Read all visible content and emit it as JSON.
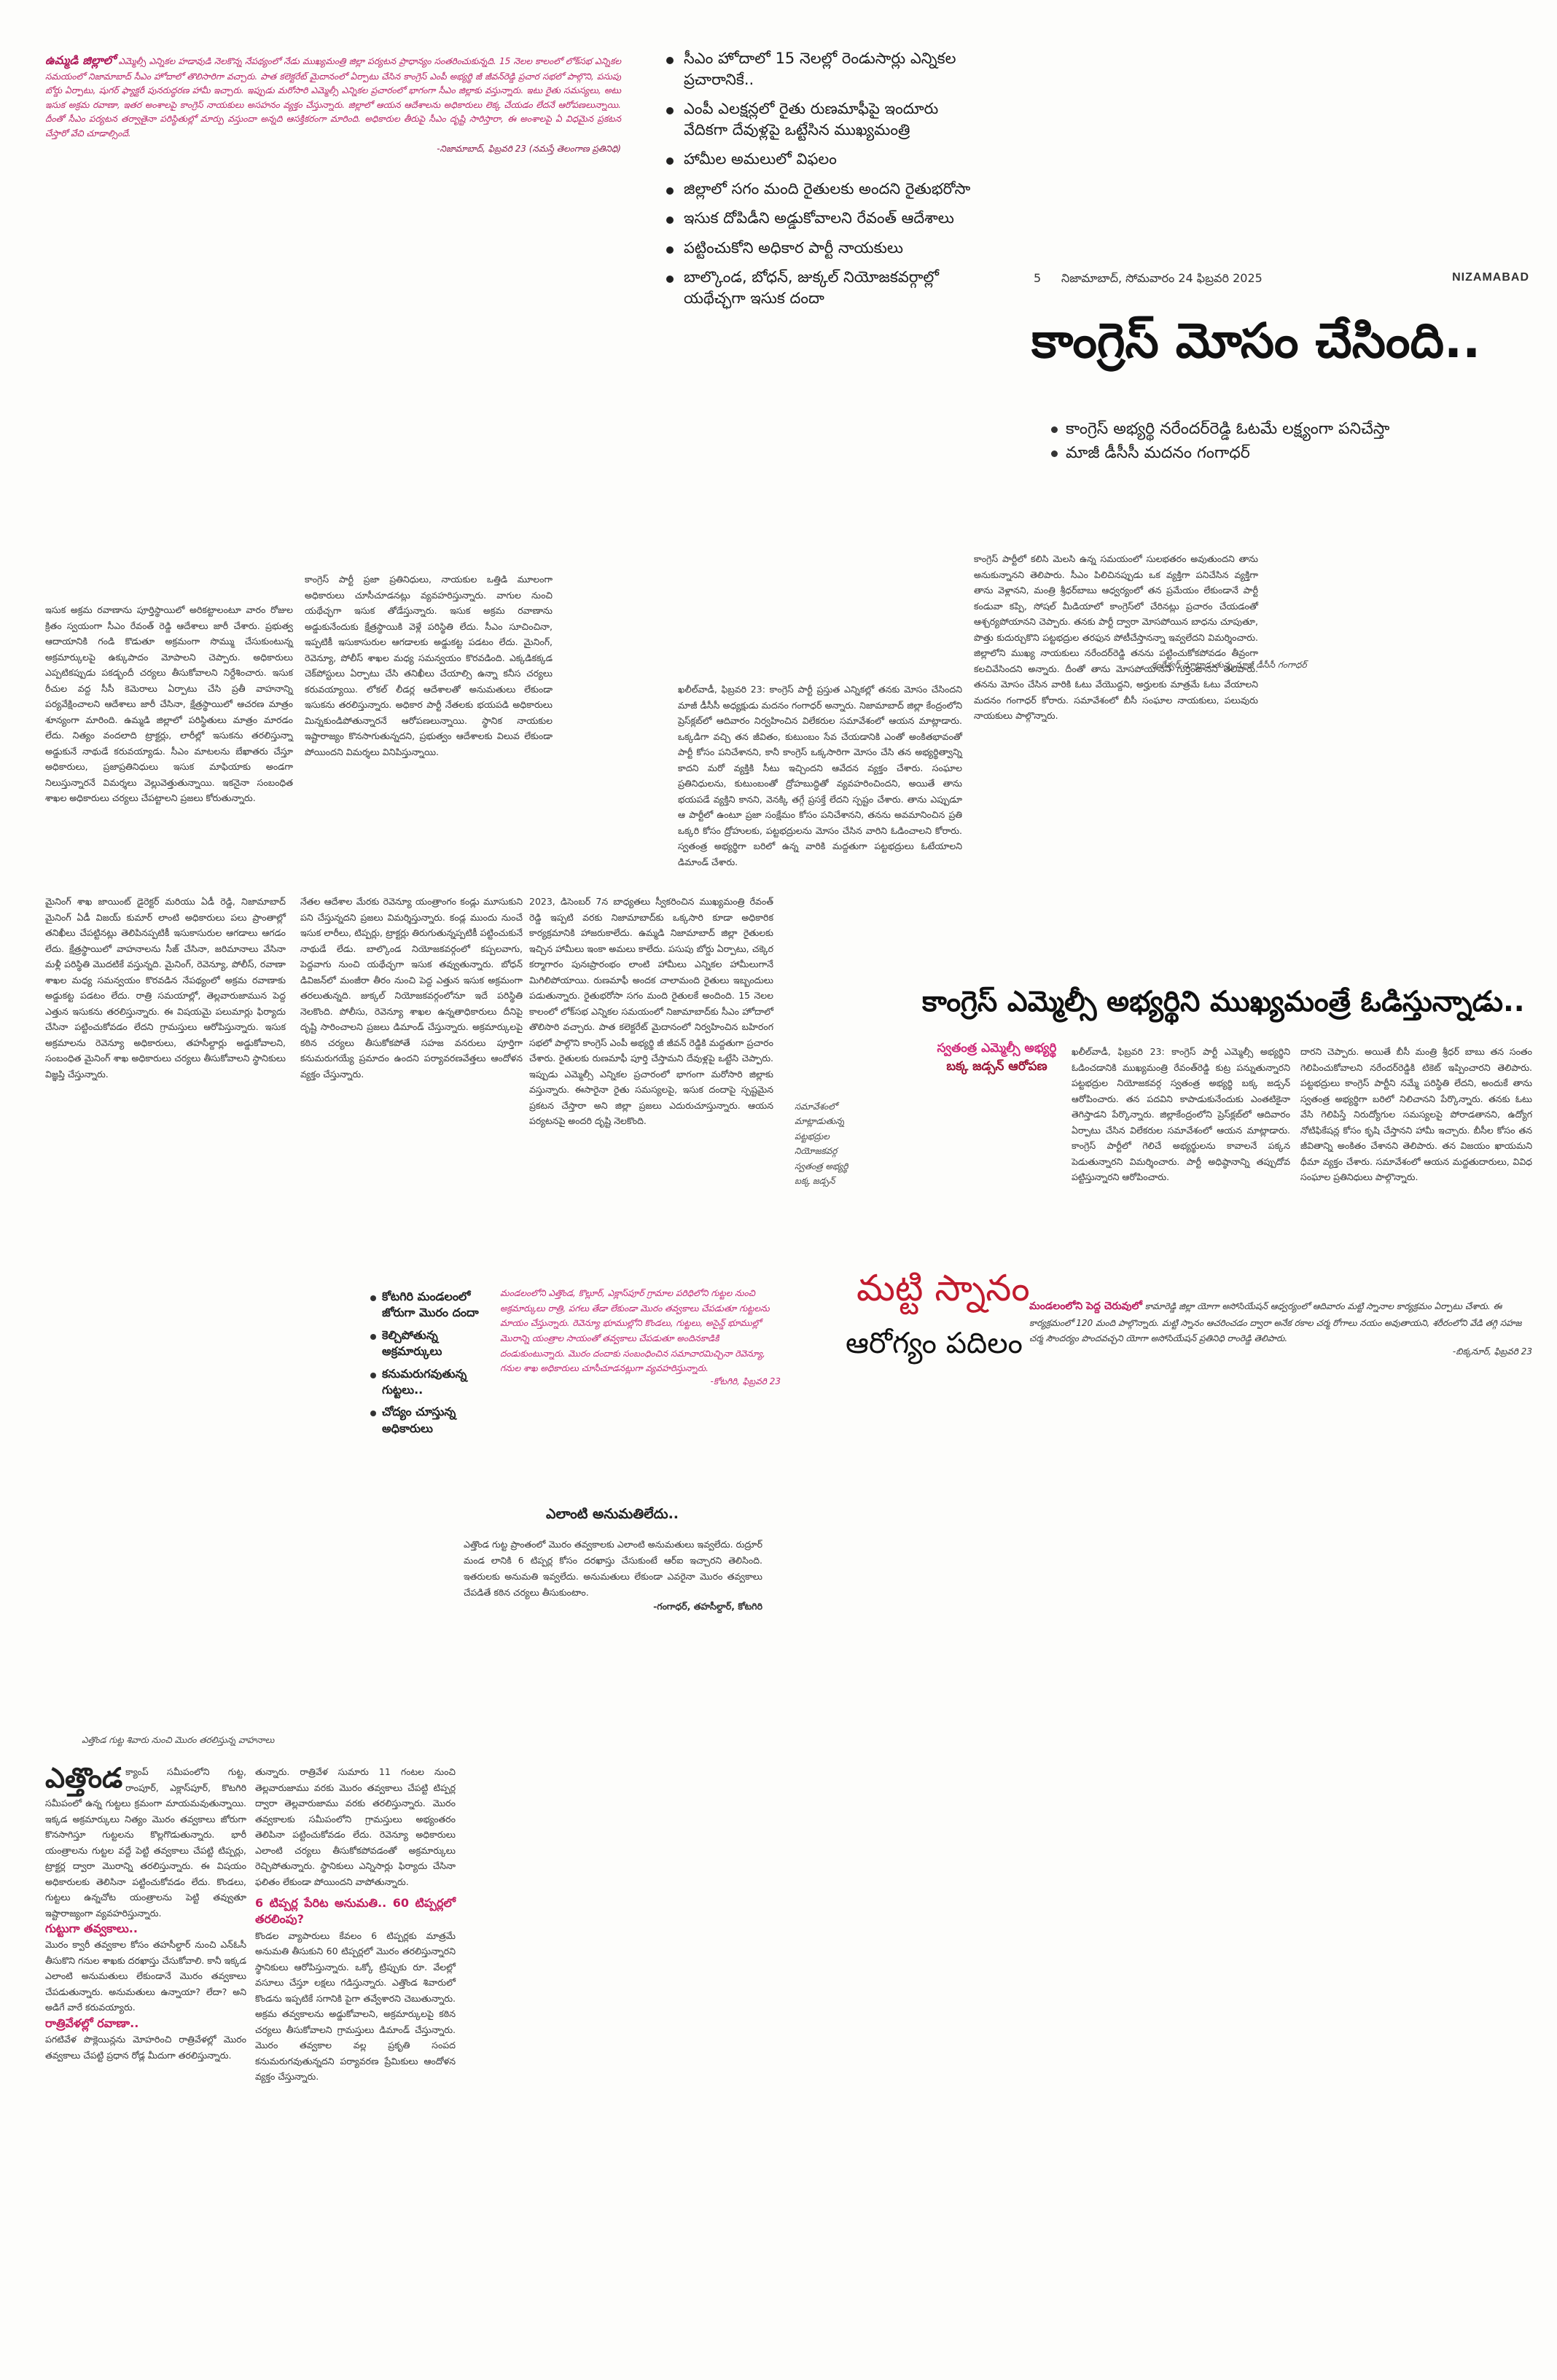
{
  "top_brief": {
    "lead": "ఉమ్మడి జిల్లాలో",
    "text": "ఎమ్మెల్సీ ఎన్నికల హడావుడి నెలకొన్న నేపథ్యంలో నేడు ముఖ్యమంత్రి జిల్లా పర్యటన ప్రాధాన్యం సంతరించుకున్నది. 15 నెలల కాలంలో లోక్‌సభ ఎన్నికల సమయంలో నిజామాబాద్ సీఎం హోదాలో తొలిసారిగా వచ్చారు. పాత కలెక్టరేట్ మైదానంలో ఏర్పాటు చేసిన కాంగ్రెస్ ఎంపీ అభ్యర్థి జీ జీవన్‌రెడ్డి ప్రచార సభలో పాల్గొని, పసుపు బోర్డు ఏర్పాటు, షుగర్ ఫ్యాక్టరీ పునరుద్ధరణ హామీ ఇచ్చారు. ఇప్పుడు మరోసారి ఎమ్మెల్సీ ఎన్నికల ప్రచారంలో భాగంగా సీఎం జిల్లాకు వస్తున్నారు. ఇటు రైతు సమస్యలు, అటు ఇసుక అక్రమ రవాణా, ఇతర అంశాలపై కాంగ్రెస్ నాయకులు అసహనం వ్యక్తం చేస్తున్నారు. జిల్లాలో ఆయన ఆదేశాలను అధికారులు లెక్క చేయడం లేదనే ఆరోపణలున్నాయి. దీంతో సీఎం పర్యటన తర్వాతైనా పరిస్థితుల్లో మార్పు వస్తుందా అన్నది ఆసక్తికరంగా మారింది. అధికారుల తీరుపై సీఎం దృష్టి సారిస్తారా, ఈ అంశాలపై ఏ విధమైన ప్రకటన చేస్తారో వేచి చూడాల్సిందే.",
    "byline": "-నిజామాబాద్, ఫిబ్రవరి 23 (నమస్తే తెలంగాణ ప్రతినిధి)"
  },
  "highlights": [
    "సీఎం హోదాలో 15 నెలల్లో రెండుసార్లు ఎన్నికల ప్రచారానికే..",
    "ఎంపీ ఎలక్షన్లలో రైతు రుణమాఫీపై ఇందూరు వేదికగా దేవుళ్లపై ఒట్టేసిన ముఖ్యమంత్రి",
    "హామీల అమలులో విఫలం",
    "జిల్లాలో సగం మంది రైతులకు అందని రైతుభరోసా",
    "ఇసుక దోపిడీని అడ్డుకోవాలని రేవంత్ ఆదేశాలు",
    "పట్టించుకోని అధికార పార్టీ నాయకులు",
    "బాల్కొండ, బోధన్, జుక్కల్ నియోజకవర్గాల్లో యథేచ్ఛగా ఇసుక దందా"
  ],
  "header": {
    "page_no": "5",
    "date": "నిజామాబాద్, సోమవారం 24 ఫిబ్రవరి 2025",
    "section": "NIZAMABAD"
  },
  "main_story": {
    "headline": "కాంగ్రెస్ మోసం చేసింది..",
    "subs": [
      "కాంగ్రెస్ అభ్యర్థి నరేందర్‌రెడ్డి ఓటమే లక్ష్యంగా పనిచేస్తా",
      "మాజీ డీసీసీ మదనం గంగాధర్"
    ],
    "caption": "కంఠేశ్వర్ మాట్లాడుతున్న మాజీ డీసీసీ గంగాధర్",
    "col1": "ఖలీల్‌వాడీ, ఫిబ్రవరి 23: కాంగ్రెస్ పార్టీ ప్రస్తుత ఎన్నికల్లో తనకు మోసం చేసిందని మాజీ డీసీసీ అధ్యక్షుడు మదనం గంగాధర్ అన్నారు. నిజామాబాద్ జిల్లా కేంద్రంలోని ప్రెస్‌క్లబ్‌లో ఆదివారం నిర్వహించిన విలేకరుల సమావేశంలో ఆయన మాట్లాడారు. ఒక్కడిగా వచ్చి తన జీవితం, కుటుంబం సేవ చేయడానికి ఎంతో అంకితభావంతో పార్టీ కోసం పనిచేశానని, కానీ కాంగ్రెస్ ఒక్కసారిగా మోసం చేసి తన అభ్యర్థిత్వాన్ని కాదని మరో వ్యక్తికి సీటు ఇచ్చిందని ఆవేదన వ్యక్తం చేశారు. సంఘాల ప్రతినిధులను, కుటుంబంతో ద్రోహబుద్ధితో వ్యవహరించిందని, అయితే తాను భయపడే వ్యక్తిని కానని, వెనక్కి తగ్గే ప్రసక్తే లేదని స్పష్టం చేశారు. తాను ఎప్పుడూ ఆ పార్టీలో ఉంటూ ప్రజా సంక్షేమం కోసం పనిచేశానని, తనను అవమానించిన ప్రతి ఒక్కరి కోసం ద్రోహులకు, పట్టభద్రులను మోసం చేసిన వారిని ఓడించాలని కోరారు. స్వతంత్ర అభ్యర్థిగా బరిలో ఉన్న వారికి మద్దతుగా పట్టభద్రులు ఓటేయాలని డిమాండ్ చేశారు.",
    "col2": "కాంగ్రెస్ పార్టీలో కలిసి మెలసి ఉన్న సమయంలో సులభతరం అవుతుందని తాను అనుకున్నానని తెలిపారు. సీఎం పిలిచినప్పుడు ఒక వ్యక్తిగా పనిచేసిన వ్యక్తిగా తాను వెళ్లానని, మంత్రి శ్రీధర్‌బాబు ఆధ్వర్యంలో తన ప్రమేయం లేకుండానే పార్టీ కండువా కప్పి, సోషల్ మీడియాలో కాంగ్రెస్‌లో చేరినట్లు ప్రచారం చేయడంతో ఆశ్చర్యపోయానని చెప్పారు. తనకు పార్టీ ద్వారా మోసపోయిన బాధను చూపుతూ, పొత్తు కుదుర్చుకొని పట్టభద్రుల తరఫున పోటీచేస్తానన్నా ఇవ్వలేదని విమర్శించారు. జిల్లాలోని ముఖ్య నాయకులు నరేందర్‌రెడ్డి తనను పట్టించుకోకపోవడం తీవ్రంగా కలచివేసిందని అన్నారు. దీంతో తాను మోసపోయానని గుర్తించానని తెలిపారు. తనను మోసం చేసిన వారికి ఓటు వేయొద్దని, అర్హులకు మాత్రమే ఓటు వేయాలని మదనం గంగాధర్ కోరారు. సమావేశంలో బీసీ సంఘాల నాయకులు, పలువురు నాయకులు పాల్గొన్నారు."
  },
  "sand_story": {
    "col1": "ఇసుక అక్రమ రవాణాను పూర్తిస్థాయిలో అరికట్టాలంటూ వారం రోజుల క్రితం స్వయంగా సీఎం రేవంత్ రెడ్డి ఆదేశాలు జారీ చేశారు. ప్రభుత్వ ఆదాయానికి గండి కొడుతూ అక్రమంగా సొమ్ము చేసుకుంటున్న అక్రమార్కులపై ఉక్కుపాదం మోపాలని చెప్పారు. అధికారులు ఎప్పటికప్పుడు పకడ్బందీ చర్యలు తీసుకోవాలని నిర్దేశించారు. ఇసుక రీచుల వద్ద సీసీ కెమెరాలు ఏర్పాటు చేసి ప్రతీ వాహనాన్ని పర్యవేక్షించాలని ఆదేశాలు జారీ చేసినా, క్షేత్రస్థాయిలో ఆచరణ మాత్రం శూన్యంగా మారింది. ఉమ్మడి జిల్లాలో పరిస్థితులు మాత్రం మారడం లేదు. నిత్యం వందలాది ట్రాక్టర్లు, లారీల్లో ఇసుకను తరలిస్తున్నా అడ్డుకునే నాథుడే కరువయ్యాడు. సీఎం మాటలను బేఖాతరు చేస్తూ అధికారులు, ప్రజాప్రతినిధులు ఇసుక మాఫియాకు అండగా నిలుస్తున్నారనే విమర్శలు వెల్లువెత్తుతున్నాయి. ఇకనైనా సంబంధిత శాఖల అధికారులు చర్యలు చేపట్టాలని ప్రజలు కోరుతున్నారు.",
    "col2": "కాంగ్రెస్ పార్టీ ప్రజా ప్రతినిధులు, నాయకుల ఒత్తిడి మూలంగా అధికారులు చూసీచూడనట్లు వ్యవహరిస్తున్నారు. వాగుల నుంచి యథేచ్ఛగా ఇసుక తోడేస్తున్నారు. ఇసుక అక్రమ రవాణాను అడ్డుకునేందుకు క్షేత్రస్థాయికి వెళ్లే పరిస్థితి లేదు. సీఎం సూచించినా, ఇప్పటికీ ఇసుకాసురుల ఆగడాలకు అడ్డుకట్ట పడటం లేదు. మైనింగ్, రెవెన్యూ, పోలీస్ శాఖల మధ్య సమన్వయం కొరవడింది. ఎక్కడికక్కడ చెక్‌పోస్టులు ఏర్పాటు చేసి తనిఖీలు చేయాల్సి ఉన్నా కనీస చర్యలు కరువయ్యాయి. లోకల్ లీడర్ల ఆదేశాలతో అనుమతులు లేకుండా ఇసుకను తరలిస్తున్నారు. అధికార పార్టీ నేతలకు భయపడి అధికారులు మిన్నకుండిపోతున్నారనే ఆరోపణలున్నాయి. స్థానిక నాయకుల ఇష్టారాజ్యం కొనసాగుతున్నదని, ప్రభుత్వం ఆదేశాలకు విలువ లేకుండా పోయిందని విమర్శలు వినిపిస్తున్నాయి.",
    "col3": "మైనింగ్ శాఖ జాయింట్ డైరెక్టర్ మరియు ఏడీ రెడ్డి, నిజామాబాద్ మైనింగ్ ఏడీ విజయ్ కుమార్ లాంటి అధికారులు పలు ప్రాంతాల్లో తనిఖీలు చేపట్టినట్లు తెలిపినప్పటికీ ఇసుకాసురుల ఆగడాలు ఆగడం లేదు. క్షేత్రస్థాయిలో వాహనాలను సీజ్ చేసినా, జరిమానాలు వేసినా మళ్లీ పరిస్థితి మొదటికే వస్తున్నది. మైనింగ్, రెవెన్యూ, పోలీస్, రవాణా శాఖల మధ్య సమన్వయం కొరవడిన నేపథ్యంలో అక్రమ రవాణాకు అడ్డుకట్ట పడటం లేదు. రాత్రి సమయాల్లో, తెల్లవారుజామున పెద్ద ఎత్తున ఇసుకను తరలిస్తున్నారు. ఈ విషయమై పలుమార్లు ఫిర్యాదు చేసినా పట్టించుకోవడం లేదని గ్రామస్తులు ఆరోపిస్తున్నారు. ఇసుక అక్రమాలను రెవెన్యూ అధికారులు, తహసీల్దార్లు అడ్డుకోవాలని, సంబంధిత మైనింగ్ శాఖ అధికారులు చర్యలు తీసుకోవాలని స్థానికులు విజ్ఞప్తి చేస్తున్నారు.",
    "col4": "నేతల ఆదేశాల మేరకు రెవెన్యూ యంత్రాంగం కండ్లు మూసుకుని పని చేస్తున్నదని ప్రజలు విమర్శిస్తున్నారు. కండ్ల ముందు నుంచే ఇసుక లారీలు, టిప్పర్లు, ట్రాక్టర్లు తిరుగుతున్నప్పటికీ పట్టించుకునే నాథుడే లేడు. బాల్కొండ నియోజకవర్గంలో కప్పలవాగు, పెద్దవాగు నుంచి యథేచ్ఛగా ఇసుక తవ్వుతున్నారు. బోధన్ డివిజన్‌లో మంజీరా తీరం నుంచి పెద్ద ఎత్తున ఇసుక అక్రమంగా తరలుతున్నది. జుక్కల్ నియోజకవర్గంలోనూ ఇదే పరిస్థితి నెలకొంది. పోలీసు, రెవెన్యూ శాఖల ఉన్నతాధికారులు దీనిపై దృష్టి సారించాలని ప్రజలు డిమాండ్ చేస్తున్నారు. అక్రమార్కులపై కఠిన చర్యలు తీసుకోకపోతే సహజ వనరులు పూర్తిగా కనుమరుగయ్యే ప్రమాదం ఉందని పర్యావరణవేత్తలు ఆందోళన వ్యక్తం చేస్తున్నారు.",
    "col5": "2023, డిసెంబర్ 7న బాధ్యతలు స్వీకరించిన ముఖ్యమంత్రి రేవంత్ రెడ్డి ఇప్పటి వరకు నిజామాబాద్‌కు ఒక్కసారి కూడా అధికారిక కార్యక్రమానికి హాజరుకాలేదు. ఉమ్మడి నిజామాబాద్ జిల్లా రైతులకు ఇచ్చిన హామీలు ఇంకా అమలు కాలేదు. పసుపు బోర్డు ఏర్పాటు, చక్కెర కర్మాగారం పునఃప్రారంభం లాంటి హామీలు ఎన్నికల హామీలుగానే మిగిలిపోయాయి. రుణమాఫీ అందక చాలామంది రైతులు ఇబ్బందులు పడుతున్నారు. రైతుభరోసా సగం మంది రైతులకే అందింది. 15 నెలల కాలంలో లోక్‌సభ ఎన్నికల సమయంలో నిజామాబాద్‌కు సీఎం హోదాలో తొలిసారి వచ్చారు. పాత కలెక్టరేట్ మైదానంలో నిర్వహించిన బహిరంగ సభలో పాల్గొని కాంగ్రెస్ ఎంపీ అభ్యర్థి జీ జీవన్ రెడ్డికి మద్దతుగా ప్రచారం చేశారు. రైతులకు రుణమాఫీ పూర్తి చేస్తామని దేవుళ్లపై ఒట్టేసి చెప్పారు. ఇప్పుడు ఎమ్మెల్సీ ఎన్నికల ప్రచారంలో భాగంగా మరోసారి జిల్లాకు వస్తున్నారు. ఈసారైనా రైతు సమస్యలపై, ఇసుక దందాపై స్పష్టమైన ప్రకటన చేస్తారా అని జిల్లా ప్రజలు ఎదురుచూస్తున్నారు. ఆయన పర్యటనపై అందరి దృష్టి నెలకొంది.",
    "caption_lines": [
      "సమావేశంలో",
      "మాట్లాడుతున్న",
      "పట్టభద్రుల",
      "నియోజకవర్గ",
      "స్వతంత్ర అభ్యర్థి",
      "బక్క జడ్సన్"
    ]
  },
  "mid_story": {
    "headline": "కాంగ్రెస్ ఎమ్మెల్సీ అభ్యర్థిని ముఖ్యమంత్రే ఓడిస్తున్నాడు..",
    "sub_lines": [
      "స్వతంత్ర ఎమ్మెల్సీ అభ్యర్థి",
      "బక్క జడ్సన్ ఆరోపణ"
    ],
    "col1": "ఖలీల్‌వాడీ, ఫిబ్రవరి 23: కాంగ్రెస్ పార్టీ ఎమ్మెల్సీ అభ్యర్థిని ఓడించడానికి ముఖ్యమంత్రి రేవంత్‌రెడ్డి కుట్ర పన్నుతున్నారని పట్టభద్రుల నియోజకవర్గ స్వతంత్ర అభ్యర్థి బక్క జడ్సన్ ఆరోపించారు. తన పదవిని కాపాడుకునేందుకు ఎంతటికైనా తెగిస్తాడని పేర్కొన్నారు. జిల్లాకేంద్రంలోని ప్రెస్‌క్లబ్‌లో ఆదివారం ఏర్పాటు చేసిన విలేకరుల సమావేశంలో ఆయన మాట్లాడారు. కాంగ్రెస్ పార్టీలో గెలిచే అభ్యర్థులను కావాలనే పక్కన పెడుతున్నారని విమర్శించారు. పార్టీ అధిష్ఠానాన్ని తప్పుదోవ పట్టిస్తున్నారని ఆరోపించారు.",
    "col2": "దారని చెప్పారు. అయితే బీసీ మంత్రి శ్రీధర్ బాబు తన సంతం గెలిపించుకోవాలని నరేందర్‌రెడ్డికి టికెట్ ఇప్పించారని తెలిపారు. పట్టభద్రులు కాంగ్రెస్ పార్టీని నమ్మే పరిస్థితి లేదని, అందుకే తాను స్వతంత్ర అభ్యర్థిగా బరిలో నిలిచానని పేర్కొన్నారు. తనకు ఓటు వేసి గెలిపిస్తే నిరుద్యోగుల సమస్యలపై పోరాడతానని, ఉద్యోగ నోటిఫికేషన్ల కోసం కృషి చేస్తానని హామీ ఇచ్చారు. బీసీల కోసం తన జీవితాన్ని అంకితం చేశానని తెలిపారు. తన విజయం ఖాయమని ధీమా వ్యక్తం చేశారు. సమావేశంలో ఆయన మద్దతుదారులు, వివిధ సంఘాల ప్రతినిధులు పాల్గొన్నారు."
  },
  "side_bullets": [
    "కోటగిరి మండలంలో జోరుగా మొరం దందా",
    "కెల్చిపోతున్న అక్రమార్కులు",
    "కనుమరుగవుతున్న గుట్టలు..",
    "చోద్యం చూస్తున్న అధికారులు"
  ],
  "pink_quote": {
    "text": "మండలంలోని ఎత్తొండ, కొల్లూర్, ఎక్లాస్‌పూర్ గ్రామాల పరిధిలోని గుట్టల నుంచి అక్రమార్కులు రాత్రి, పగలు తేడా లేకుండా మొరం తవ్వకాలు చేపడుతూ గుట్టలను మాయం చేస్తున్నారు. రెవెన్యూ భూముల్లోని కొండలు, గుట్టలు, అసైన్డ్ భూముల్లో మొరాన్ని యంత్రాల సాయంతో తవ్వకాలు చేపడుతూ అందినకాడికి దండుకుంటున్నారు. మొరం దందాకు సంబంధించిన సమాచారమిచ్చినా రెవెన్యూ, గనుల శాఖ అధికారులు చూసీచూడనట్లుగా వ్యవహరిస్తున్నారు.",
    "byline": "-కోటగిరి, ఫిబ్రవరి 23"
  },
  "mud_bath": {
    "title1": "మట్టి స్నానం",
    "title2": "ఆరోగ్యం పదిలం",
    "lead": "మండలంలోని పెద్ద చెరువులో",
    "text": "కామారెడ్డి జిల్లా యోగా అసోసియేషన్ ఆధ్వర్యంలో ఆదివారం మట్టి స్నానాల కార్యక్రమం ఏర్పాటు చేశారు. ఈ కార్యక్రమంలో 120 మంది పాల్గొన్నారు. మట్టి స్నానం ఆచరించడం ద్వారా అనేక రకాల చర్మ రోగాలు నయం అవుతాయని, శరీరంలోని వేడి తగ్గి సహజ చర్మ సౌందర్యం పొందవచ్చని యోగా అసోసియేషన్ ప్రతినిధి రాంరెడ్డి తెలిపారు.",
    "byline": "-బిక్కనూర్, ఫిబ్రవరి 23"
  },
  "officer_quote": {
    "heading": "ఎలాంటి అనుమతిలేదు..",
    "text": "ఎత్తొండ గుట్ట ప్రాంతంలో మొరం తవ్వకాలకు ఎలాంటి అనుమతులు ఇవ్వలేదు. రుద్రూర్ మండ లానికి 6 టిప్పర్ల కోసం దరఖాస్తు చేసుకుంటే ఆర్ఐ ఇచ్చారని తెలిసింది. ఇతరులకు అనుమతి ఇవ్వలేదు. అనుమతులు లేకుండా ఎవరైనా మొరం తవ్వకాలు చేపడితే కఠిన చర్యలు తీసుకుంటాం.",
    "byline": "-గంగాధర్, తహసీల్దార్, కోటగిరి"
  },
  "bottom_story": {
    "caption": "ఎత్తొండ గుట్ట శివారు నుంచి మొరం తరలిస్తున్న వాహనాలు",
    "dropcap": "ఎత్తొండ",
    "col1_a": "క్యాంప్ సమీపంలోని గుట్ట, రాంపూర్, ఎక్లాస్‌పూర్, కొటగిరి సమీపంలో ఉన్న గుట్టలు క్రమంగా మాయమవుతున్నాయి. ఇక్కడ అక్రమార్కులు నిత్యం మొరం తవ్వకాలు జోరుగా కొనసాగిస్తూ గుట్టలను కొల్లగొడుతున్నారు. భారీ యంత్రాలను గుట్టల వద్దే పెట్టి తవ్వకాలు చేపట్టి టిప్పర్లు, ట్రాక్టర్ల ద్వారా మొరాన్ని తరలిస్తున్నారు. ఈ విషయం అధికారులకు తెలిసినా పట్టించుకోవడం లేదు. కొండలు, గుట్టలు ఉన్నచోట యంత్రాలను పెట్టి తవ్వుతూ ఇష్టారాజ్యంగా వ్యవహరిస్తున్నారు.",
    "sub1": "గుట్టుగా తవ్వకాలు..",
    "col1_b": "మొరం క్వారీ తవ్వకాల కోసం తహసీల్దార్ నుంచి ఎన్ఓసీ తీసుకొని గనుల శాఖకు దరఖాస్తు చేసుకోవాలి. కానీ ఇక్కడ ఎలాంటి అనుమతులు లేకుండానే మొరం తవ్వకాలు చేపడుతున్నారు. అనుమతులు ఉన్నాయా? లేదా? అని అడిగే వారే కరువయ్యారు.",
    "sub2": "రాత్రివేళల్లో రవాణా..",
    "col1_c": "పగటివేళ పొక్లెయిన్లను మోహరించి రాత్రివేళల్లో మొరం తవ్వకాలు చేపట్టి ప్రధాన రోడ్ల మీదుగా తరలిస్తున్నారు.",
    "col2_a": "తున్నారు. రాత్రివేళ సుమారు 11 గంటల నుంచి తెల్లవారుజాము వరకు మొరం తవ్వకాలు చేపట్టి టిప్పర్ల ద్వారా తెల్లవారుజాము వరకు తరలిస్తున్నారు. మొరం తవ్వకాలకు సమీపంలోని గ్రామస్తులు అభ్యంతరం తెలిపినా పట్టించుకోవడం లేదు. రెవెన్యూ అధికారులు ఎలాంటి చర్యలు తీసుకోకపోవడంతో అక్రమార్కులు రెచ్చిపోతున్నారు. స్థానికులు ఎన్నిసార్లు ఫిర్యాదు చేసినా ఫలితం లేకుండా పోయిందని వాపోతున్నారు.",
    "sub3": "6 టిప్పర్ల పేరిట అనుమతి.. 60 టిప్పర్లలో తరలింపు?",
    "col2_b": "కొండల వ్యాపారులు కేవలం 6 టిప్పర్లకు మాత్రమే అనుమతి తీసుకుని 60 టిప్పర్లలో మొరం తరలిస్తున్నారని స్థానికులు ఆరోపిస్తున్నారు. ఒక్కో ట్రిప్పుకు రూ. వేలల్లో వసూలు చేస్తూ లక్షలు గడిస్తున్నారు. ఎత్తొండ శివారులో కొండను ఇప్పటికే సగానికి పైగా తవ్వేశారని చెబుతున్నారు. అక్రమ తవ్వకాలను అడ్డుకోవాలని, అక్రమార్కులపై కఠిన చర్యలు తీసుకోవాలని గ్రామస్తులు డిమాండ్ చేస్తున్నారు. మొరం తవ్వకాల వల్ల ప్రకృతి సంపద కనుమరుగవుతున్నదని పర్యావరణ ప్రేమికులు ఆందోళన వ్యక్తం చేస్తున్నారు."
  },
  "colors": {
    "accent_pink": "#d02a7a",
    "mud_title_red": "#c11b2e",
    "maroon": "#9b1436"
  }
}
